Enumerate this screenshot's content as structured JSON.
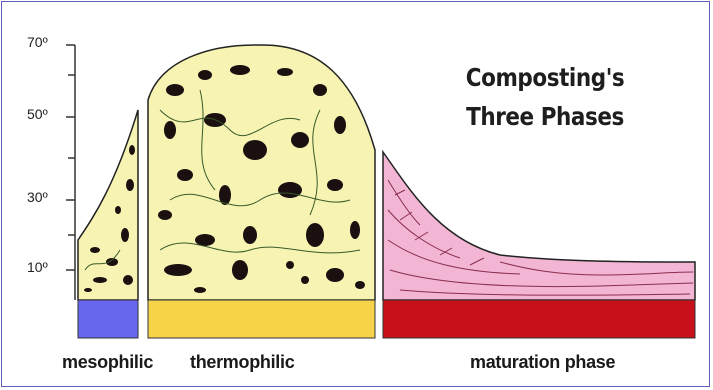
{
  "title": {
    "line1": "Composting's",
    "line2": "Three Phases"
  },
  "axis": {
    "ticks": [
      "70º",
      "50º",
      "30º",
      "10º"
    ]
  },
  "phases": [
    {
      "label": "mesophilic",
      "color": "#6666ee"
    },
    {
      "label": "thermophilic",
      "color": "#f7d34a"
    },
    {
      "label": "maturation phase",
      "color": "#c8101a"
    }
  ],
  "colors": {
    "compost_fill": "#f7f4b3",
    "compost_specks": "#1a1010",
    "maturation_fill": "#f2b6d4",
    "maturation_lines": "#8a2e4e",
    "frame": "#5d5fb8"
  }
}
